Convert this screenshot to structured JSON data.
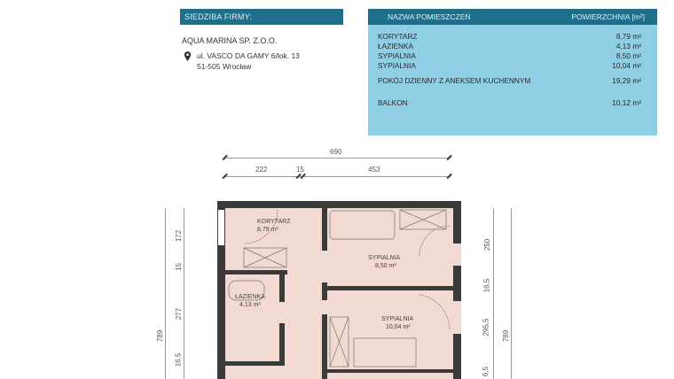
{
  "company": {
    "header": "SIEDZIBA FIRMY:",
    "name": "AQUA MARINA SP. Z.O.O.",
    "address_line1": "ul. VASCO DA GAMY 6/lok. 13",
    "address_line2": "51-505 Wrocław",
    "icon": "location-pin-icon"
  },
  "rooms_table": {
    "header_name": "NAZWA POMIESZCZEŃ",
    "header_area": "POWIERZCHNIA [m²]",
    "rows": [
      {
        "name": "KORYTARZ",
        "area": "8,79 m²"
      },
      {
        "name": "ŁAZIENKA",
        "area": "4,13 m²"
      },
      {
        "name": "SYPIALNIA",
        "area": "8,50 m²"
      },
      {
        "name": "SYPIALNIA",
        "area": "10,04 m²"
      },
      {
        "name": "POKÓJ  DZIENNY Z ANEKSEM KUCHENNYM",
        "area": "19,29 m²"
      },
      {
        "name": "BALKON",
        "area": "10,12 m²"
      }
    ],
    "colors": {
      "header_bg": "#1f6f8b",
      "body_bg": "#8ecfe6"
    }
  },
  "dimensions": {
    "top_total": "690",
    "top_segments": [
      "222",
      "15",
      "453"
    ],
    "left_total": "789",
    "left_segments": [
      "172",
      "15",
      "277",
      "16,5"
    ],
    "right_total": "789",
    "right_segments": [
      "250",
      "16,5",
      "295,5",
      "6,5"
    ]
  },
  "plan_labels": {
    "korytarz": {
      "name": "KORYTARZ",
      "area": "8,79 m²"
    },
    "lazienka": {
      "name": "ŁAZIENKA",
      "area": "4,13 m²"
    },
    "sypialnia1": {
      "name": "SYPIALNIA",
      "area": "8,50 m²"
    },
    "sypialnia2": {
      "name": "SYPIALNIA",
      "area": "10,04 m²"
    }
  },
  "colors": {
    "floor": "#f2d9d2",
    "wall": "#3a3a3a"
  }
}
